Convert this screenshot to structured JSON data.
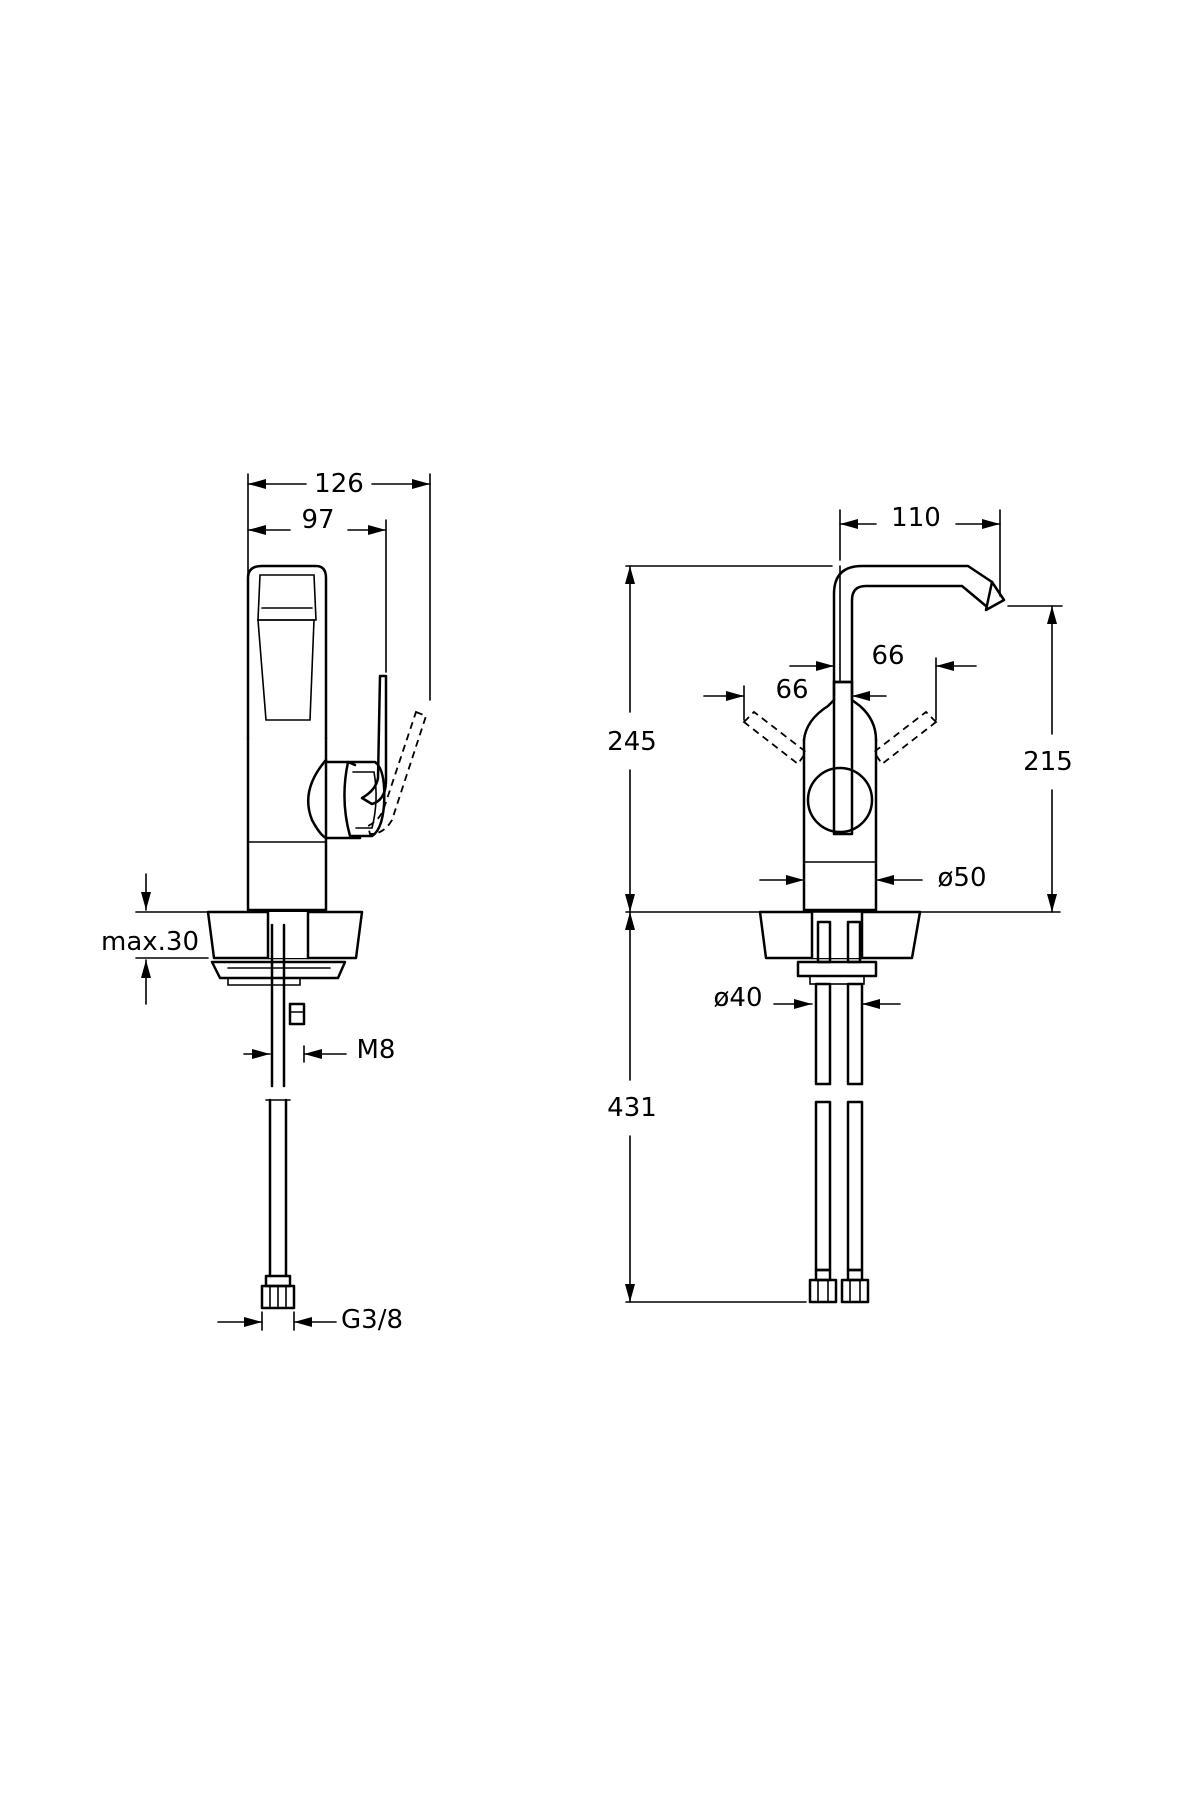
{
  "side_view": {
    "dim_width_total": "126",
    "dim_width_lever": "97",
    "dim_max_thickness": "max.30",
    "dim_thread": "M8",
    "dim_connection": "G3/8"
  },
  "front_view": {
    "dim_spout_reach": "110",
    "dim_height_total": "245",
    "dim_spout_height": "215",
    "dim_lever_left": "66",
    "dim_lever_right": "66",
    "dim_body_diameter": "ø50",
    "dim_hole_diameter": "ø40",
    "dim_hose_length": "431"
  },
  "colors": {
    "line": "#000000",
    "background": "#ffffff"
  }
}
